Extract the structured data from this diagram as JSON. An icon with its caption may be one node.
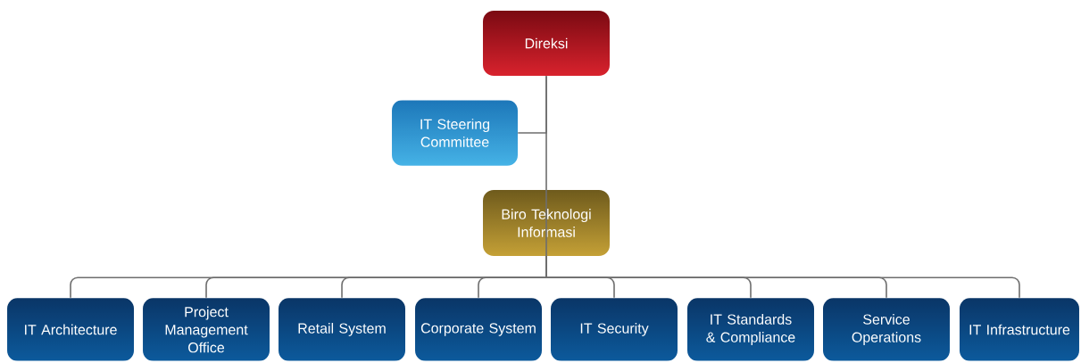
{
  "diagram": {
    "nodes": [
      {
        "text": [
          "Direksi"
        ]
      },
      {
        "text": [
          "IT Steering Committee"
        ]
      },
      {
        "text": [
          "Biro Teknologi Informasi"
        ]
      },
      {
        "text": [
          "IT Architecture"
        ]
      },
      {
        "text": [
          "Project Management Office"
        ]
      },
      {
        "text": [
          "Retail System"
        ]
      },
      {
        "text": [
          "Corporate System"
        ]
      },
      {
        "text": [
          "IT Security"
        ]
      },
      {
        "text": [
          "IT Standards & Compliance"
        ]
      },
      {
        "text": [
          "Service Operations"
        ]
      },
      {
        "text": [
          "IT Infrastructure"
        ]
      }
    ],
    "edges": [
      {
        "from": 0,
        "to": 2,
        "arrow": "none"
      },
      {
        "from": 0,
        "to": 1,
        "arrow": "none"
      },
      {
        "from": 2,
        "to": 3,
        "arrow": "none"
      },
      {
        "from": 2,
        "to": 4,
        "arrow": "none"
      },
      {
        "from": 2,
        "to": 5,
        "arrow": "none"
      },
      {
        "from": 2,
        "to": 6,
        "arrow": "none"
      },
      {
        "from": 2,
        "to": 7,
        "arrow": "none"
      },
      {
        "from": 2,
        "to": 8,
        "arrow": "none"
      },
      {
        "from": 2,
        "to": 9,
        "arrow": "none"
      },
      {
        "from": 2,
        "to": 10,
        "arrow": "none"
      }
    ]
  }
}
